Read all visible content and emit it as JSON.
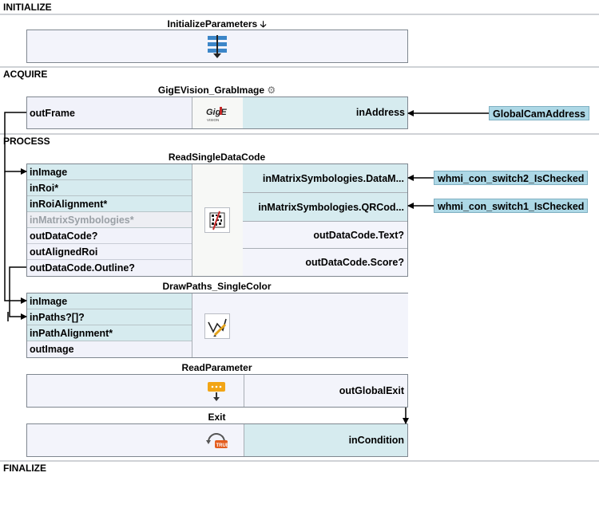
{
  "sections": {
    "initialize": "INITIALIZE",
    "acquire": "ACQUIRE",
    "process": "PROCESS",
    "finalize": "FINALIZE"
  },
  "blocks": {
    "initialize_parameters": {
      "title": "InitializeParameters",
      "title_icon": "down-arrow-icon"
    },
    "gige_grab": {
      "title": "GigEVision_GrabImage",
      "title_icon": "gear-icon",
      "out_port": "outFrame",
      "in_port": "inAddress",
      "logo_text": "GigE",
      "logo_subtext": "VISION"
    },
    "read_data_code": {
      "title": "ReadSingleDataCode",
      "inputs": [
        "inImage",
        "inRoi*",
        "inRoiAlignment*",
        "inMatrixSymbologies*",
        "outDataCode?",
        "outAlignedRoi",
        "outDataCode.Outline?"
      ],
      "params": [
        "inMatrixSymbologies.DataM...",
        "inMatrixSymbologies.QRCod..."
      ],
      "outputs": [
        "outDataCode.Text?",
        "outDataCode.Score?"
      ]
    },
    "draw_paths": {
      "title": "DrawPaths_SingleColor",
      "inputs": [
        "inImage",
        "inPaths?[]?",
        "inPathAlignment*",
        "outImage"
      ]
    },
    "read_parameter": {
      "title": "ReadParameter",
      "output": "outGlobalExit"
    },
    "exit": {
      "title": "Exit",
      "input": "inCondition",
      "icon_text": "TRUE"
    }
  },
  "globals": {
    "cam_address": "GlobalCamAddress",
    "switch2": "whmi_con_switch2_IsChecked",
    "switch1": "whmi_con_switch1_IsChecked"
  },
  "colors": {
    "input_port": "#d6ebef",
    "output_port": "#f1f2fa",
    "global_var": "#add8e6",
    "section_line": "#cfd2d6"
  }
}
